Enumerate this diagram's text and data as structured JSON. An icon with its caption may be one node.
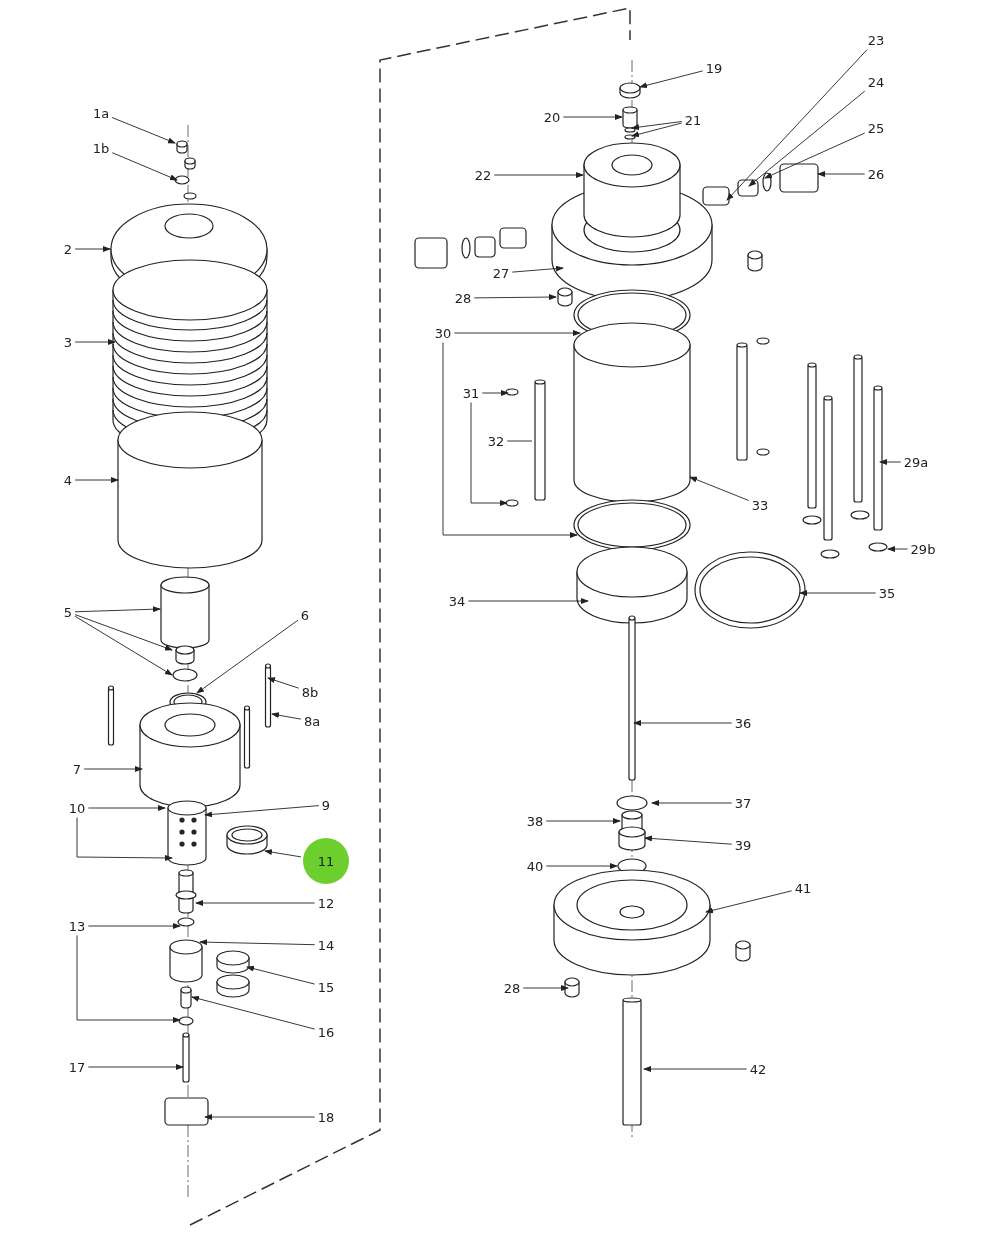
{
  "diagram": {
    "nodes": [
      {
        "text": [
          "1a"
        ]
      },
      {
        "text": [
          "1b"
        ]
      },
      {
        "text": [
          "2"
        ]
      },
      {
        "text": [
          "3"
        ]
      },
      {
        "text": [
          "4"
        ]
      },
      {
        "text": [
          "5"
        ]
      },
      {
        "text": [
          "6"
        ]
      },
      {
        "text": [
          "7"
        ]
      },
      {
        "text": [
          "8b"
        ]
      },
      {
        "text": [
          "8a"
        ]
      },
      {
        "text": [
          "9"
        ]
      },
      {
        "text": [
          "10"
        ]
      },
      {
        "text": [
          "11"
        ]
      },
      {
        "text": [
          "12"
        ]
      },
      {
        "text": [
          "13"
        ]
      },
      {
        "text": [
          "14"
        ]
      },
      {
        "text": [
          "15"
        ]
      },
      {
        "text": [
          "16"
        ]
      },
      {
        "text": [
          "17"
        ]
      },
      {
        "text": [
          "18"
        ]
      },
      {
        "text": [
          "19"
        ]
      },
      {
        "text": [
          "20"
        ]
      },
      {
        "text": [
          "21"
        ]
      },
      {
        "text": [
          "22"
        ]
      },
      {
        "text": [
          "23"
        ]
      },
      {
        "text": [
          "24"
        ]
      },
      {
        "text": [
          "25"
        ]
      },
      {
        "text": [
          "26"
        ]
      },
      {
        "text": [
          "27"
        ]
      },
      {
        "text": [
          "28"
        ]
      },
      {
        "text": [
          "30"
        ]
      },
      {
        "text": [
          "31"
        ]
      },
      {
        "text": [
          "32"
        ]
      },
      {
        "text": [
          "33"
        ]
      },
      {
        "text": [
          "29a"
        ]
      },
      {
        "text": [
          "29b"
        ]
      },
      {
        "text": [
          "34"
        ]
      },
      {
        "text": [
          "35"
        ]
      },
      {
        "text": [
          "36"
        ]
      },
      {
        "text": [
          "37"
        ]
      },
      {
        "text": [
          "38"
        ]
      },
      {
        "text": [
          "39"
        ]
      },
      {
        "text": [
          "40"
        ]
      },
      {
        "text": [
          "41"
        ]
      },
      {
        "text": [
          "28"
        ]
      },
      {
        "text": [
          "42"
        ]
      }
    ],
    "edges": [
      {
        "from": 0,
        "to": null,
        "arrow": "to"
      },
      {
        "from": 1,
        "to": null,
        "arrow": "to"
      },
      {
        "from": 2,
        "to": null,
        "arrow": "to"
      },
      {
        "from": 3,
        "to": null,
        "arrow": "to"
      },
      {
        "from": 4,
        "to": null,
        "arrow": "to"
      },
      {
        "from": 5,
        "to": null,
        "arrow": "to"
      },
      {
        "from": 5,
        "to": null,
        "arrow": "to"
      },
      {
        "from": 5,
        "to": null,
        "arrow": "to"
      },
      {
        "from": 6,
        "to": null,
        "arrow": "to"
      },
      {
        "from": 7,
        "to": null,
        "arrow": "to"
      },
      {
        "from": 8,
        "to": null,
        "arrow": "to"
      },
      {
        "from": 9,
        "to": null,
        "arrow": "to"
      },
      {
        "from": 10,
        "to": null,
        "arrow": "to"
      },
      {
        "from": 11,
        "to": null,
        "arrow": "to"
      },
      {
        "from": 11,
        "to": null,
        "arrow": "to"
      },
      {
        "from": 12,
        "to": null,
        "arrow": "to"
      },
      {
        "from": 13,
        "to": null,
        "arrow": "to"
      },
      {
        "from": 14,
        "to": null,
        "arrow": "to"
      },
      {
        "from": 14,
        "to": null,
        "arrow": "to"
      },
      {
        "from": 15,
        "to": null,
        "arrow": "to"
      },
      {
        "from": 16,
        "to": null,
        "arrow": "to"
      },
      {
        "from": 17,
        "to": null,
        "arrow": "to"
      },
      {
        "from": 18,
        "to": null,
        "arrow": "to"
      },
      {
        "from": 19,
        "to": null,
        "arrow": "to"
      },
      {
        "from": 20,
        "to": null,
        "arrow": "to"
      },
      {
        "from": 21,
        "to": null,
        "arrow": "to"
      },
      {
        "from": 22,
        "to": null,
        "arrow": "to"
      },
      {
        "from": 22,
        "to": null,
        "arrow": "to"
      },
      {
        "from": 23,
        "to": null,
        "arrow": "to"
      },
      {
        "from": 24,
        "to": null,
        "arrow": "to"
      },
      {
        "from": 25,
        "to": null,
        "arrow": "to"
      },
      {
        "from": 26,
        "to": null,
        "arrow": "to"
      },
      {
        "from": 27,
        "to": null,
        "arrow": "to"
      },
      {
        "from": 28,
        "to": null,
        "arrow": "to"
      },
      {
        "from": 29,
        "to": null,
        "arrow": "to"
      },
      {
        "from": 30,
        "to": null,
        "arrow": "to"
      },
      {
        "from": 30,
        "to": null,
        "arrow": "to"
      },
      {
        "from": 31,
        "to": null,
        "arrow": "to"
      },
      {
        "from": 31,
        "to": null,
        "arrow": "to"
      },
      {
        "from": 32,
        "to": null,
        "arrow": "none"
      },
      {
        "from": 33,
        "to": null,
        "arrow": "to"
      },
      {
        "from": 34,
        "to": null,
        "arrow": "to"
      },
      {
        "from": 35,
        "to": null,
        "arrow": "to"
      },
      {
        "from": 36,
        "to": null,
        "arrow": "to"
      },
      {
        "from": 37,
        "to": null,
        "arrow": "to"
      },
      {
        "from": 38,
        "to": null,
        "arrow": "to"
      },
      {
        "from": 39,
        "to": null,
        "arrow": "to"
      },
      {
        "from": 40,
        "to": null,
        "arrow": "to"
      },
      {
        "from": 41,
        "to": null,
        "arrow": "to"
      },
      {
        "from": 42,
        "to": null,
        "arrow": "to"
      },
      {
        "from": 43,
        "to": null,
        "arrow": "to"
      },
      {
        "from": 44,
        "to": null,
        "arrow": "to"
      },
      {
        "from": 45,
        "to": null,
        "arrow": "to"
      }
    ]
  }
}
